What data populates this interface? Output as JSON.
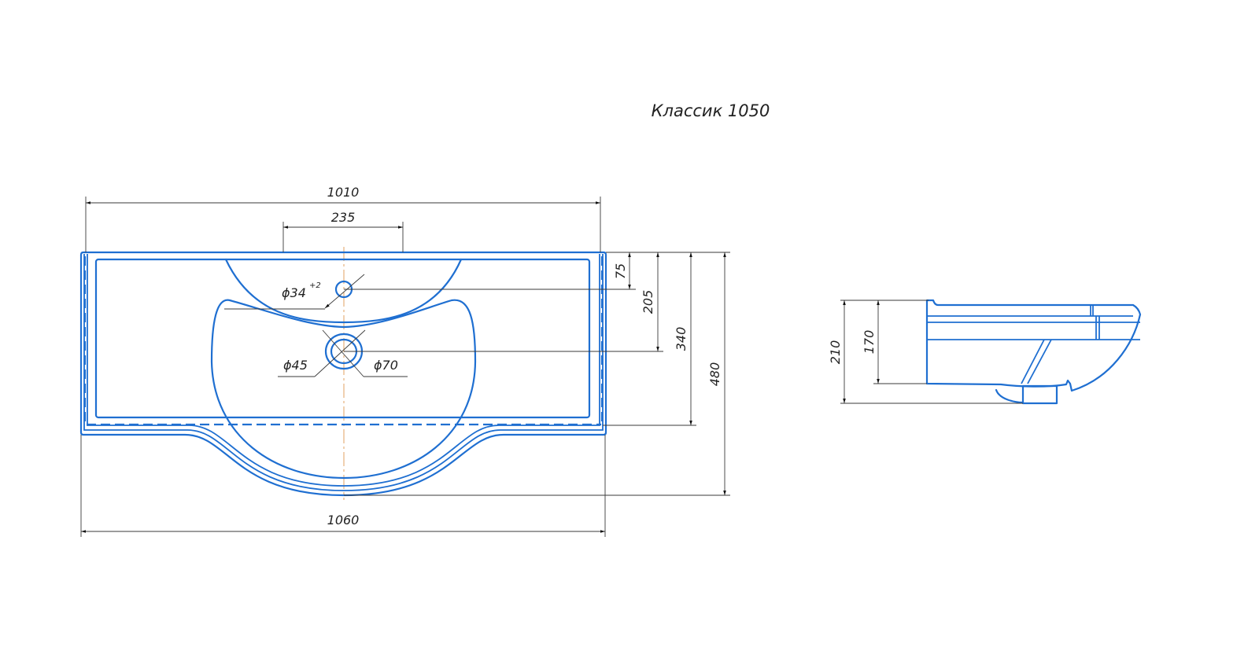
{
  "title": "Классик 1050",
  "colors": {
    "contour": "#1f6fd1",
    "dimension": "#3a3a3a",
    "axis": "#e0a060"
  },
  "top_view": {
    "dimensions": {
      "overall_width_top": "1010",
      "faucet_zone": "235",
      "overall_width_bottom": "1060",
      "faucet_hole_offset": "75",
      "drain_offset": "205",
      "bowl_depth": "340",
      "overall_depth": "480"
    },
    "holes": {
      "faucet_diameter": "ϕ34",
      "faucet_tolerance": "+2",
      "drain_inner": "ϕ45",
      "drain_outer": "ϕ70"
    }
  },
  "side_view": {
    "dimensions": {
      "overall_height": "210",
      "body_height": "170"
    }
  }
}
